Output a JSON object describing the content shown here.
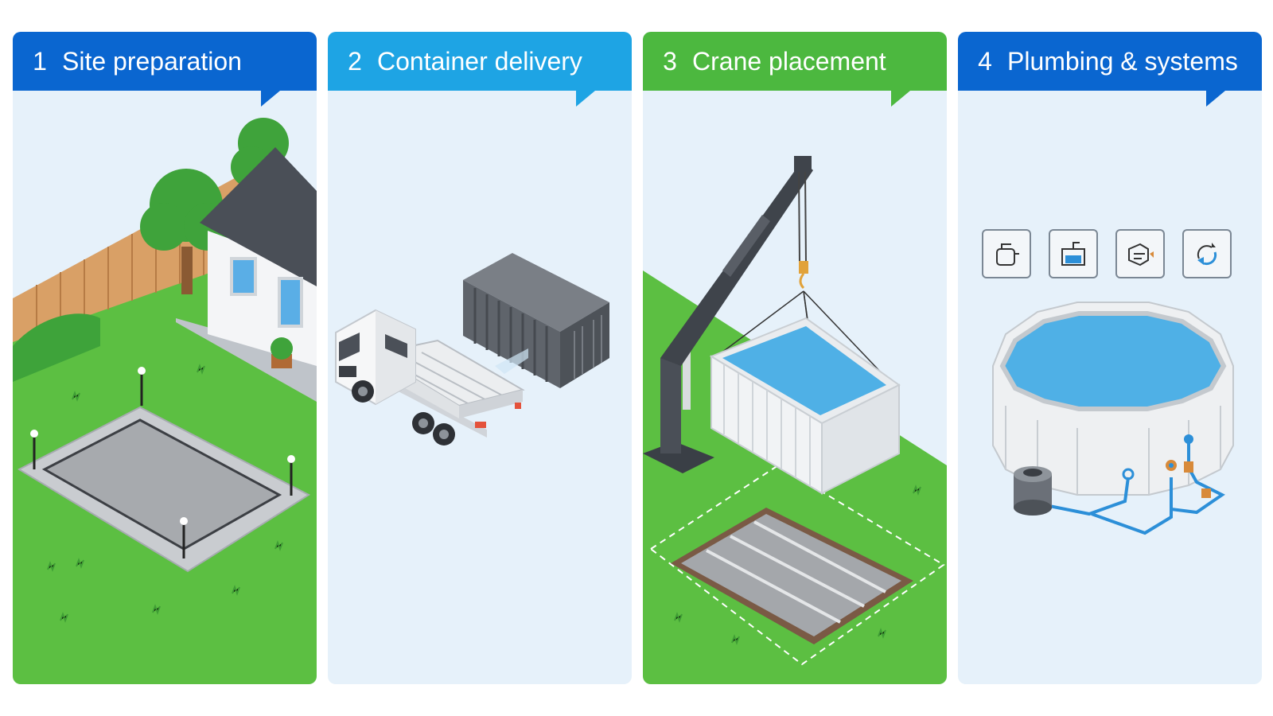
{
  "steps": [
    {
      "number": "1",
      "title": "Site preparation",
      "color": "#0a66d0"
    },
    {
      "number": "2",
      "title": "Container delivery",
      "color": "#1ea4e4"
    },
    {
      "number": "3",
      "title": "Crane placement",
      "color": "#4cb83f"
    },
    {
      "number": "4",
      "title": "Plumbing & systems",
      "color": "#0a66d0"
    }
  ],
  "system_icons": [
    "filter-pump-icon",
    "water-heater-icon",
    "circulation-pump-icon",
    "recirculation-icon"
  ],
  "colors": {
    "panel_bg": "#e6f1fa",
    "grass": "#5cbf42",
    "water": "#5fb8ec",
    "container_grey": "#5f646b"
  }
}
